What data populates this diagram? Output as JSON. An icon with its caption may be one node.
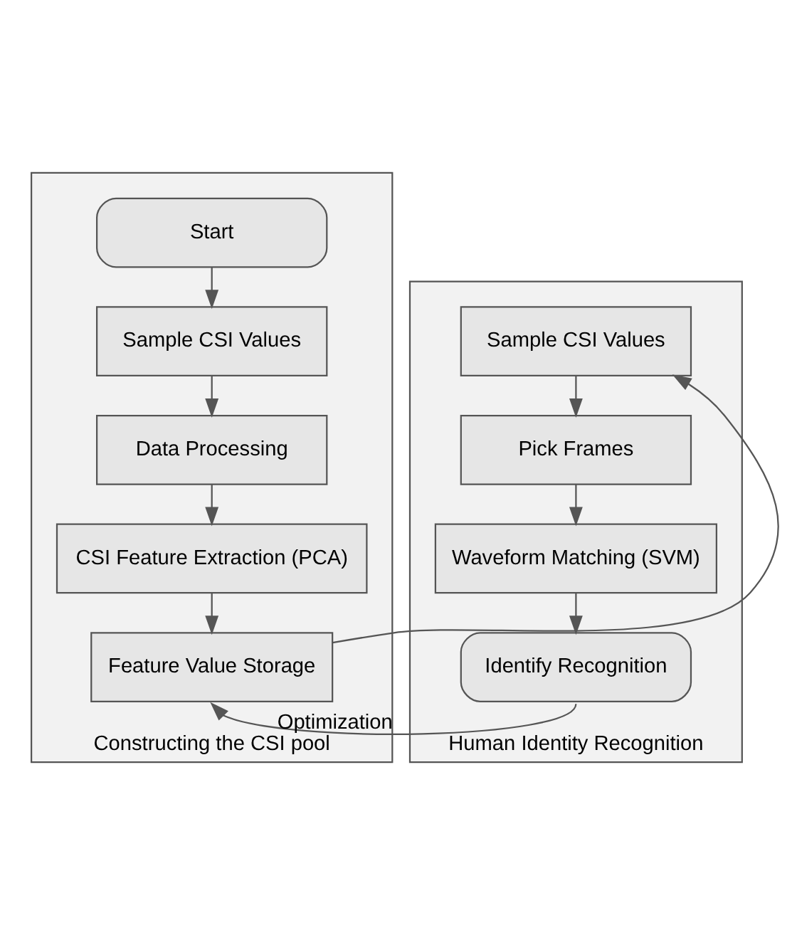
{
  "diagram": {
    "nodes": [
      {
        "text": [
          "Constructing the CSI pool"
        ]
      },
      {
        "text": [
          "Start"
        ],
        "in": 0
      },
      {
        "text": [
          "Sample CSI Values"
        ],
        "in": 0
      },
      {
        "text": [
          "Data Processing"
        ],
        "in": 0
      },
      {
        "text": [
          "CSI Feature Extraction (PCA)"
        ],
        "in": 0
      },
      {
        "text": [
          "Feature Value Storage"
        ],
        "in": 0
      },
      {
        "text": [
          "Human Identity Recognition"
        ]
      },
      {
        "text": [
          "Sample CSI Values"
        ],
        "in": 6
      },
      {
        "text": [
          "Pick Frames"
        ],
        "in": 6
      },
      {
        "text": [
          "Waveform Matching (SVM)"
        ],
        "in": 6
      },
      {
        "text": [
          "Identify Recognition"
        ],
        "in": 6
      }
    ],
    "edges": [
      {
        "from": 1,
        "to": 2,
        "arrow": "to"
      },
      {
        "from": 2,
        "to": 3,
        "arrow": "to"
      },
      {
        "from": 3,
        "to": 4,
        "arrow": "to"
      },
      {
        "from": 4,
        "to": 5,
        "arrow": "to"
      },
      {
        "from": 5,
        "to": 7,
        "arrow": "to"
      },
      {
        "from": 7,
        "to": 8,
        "arrow": "to"
      },
      {
        "from": 8,
        "to": 9,
        "arrow": "to"
      },
      {
        "from": 9,
        "to": 10,
        "arrow": "to"
      },
      {
        "from": 10,
        "to": 5,
        "arrow": "to",
        "label": "Optimization"
      }
    ]
  }
}
